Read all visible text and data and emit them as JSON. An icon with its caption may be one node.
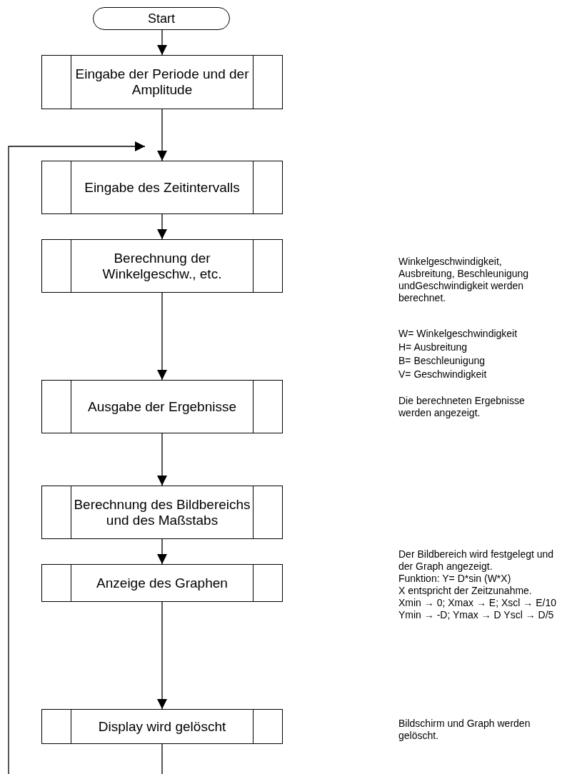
{
  "diagram": {
    "nodes": [
      {
        "text": [
          "Start"
        ]
      },
      {
        "text": [
          "Eingabe der Periode und der Amplitude"
        ]
      },
      {
        "text": [
          "Eingabe des Zeitintervalls"
        ]
      },
      {
        "text": [
          "Berechnung der Winkelgeschw., etc."
        ]
      },
      {
        "text": [
          "Ausgabe der Ergebnisse"
        ]
      },
      {
        "text": [
          "Berechnung des Bildbereichs und des Maßstabs"
        ]
      },
      {
        "text": [
          "Anzeige des Graphen"
        ],
        "beside": [
          "Der Bildbereich wird festgelegt und der Graph angezeigt.",
          "Funktion: Y= D*sin (W*X)",
          "X entspricht der Zeitzunahme.",
          "Xmin → 0; Xmax → E; Xscl → E/10",
          "Ymin → -D; Ymax → D Yscl → D/5"
        ]
      },
      {
        "text": [
          "Display wird gelöscht"
        ]
      }
    ],
    "edges": [
      {
        "from": 0,
        "to": 1,
        "arrow": "to"
      },
      {
        "from": 1,
        "to": 2,
        "arrow": "to"
      },
      {
        "from": 2,
        "to": 3,
        "arrow": "to"
      },
      {
        "from": 3,
        "to": 4,
        "arrow": "to"
      },
      {
        "from": 4,
        "to": 5,
        "arrow": "to"
      },
      {
        "from": 5,
        "to": 6,
        "arrow": "to"
      },
      {
        "from": 6,
        "to": 7,
        "arrow": "to"
      },
      {
        "from": 7,
        "to": null,
        "arrow": "none"
      },
      {
        "from": null,
        "to": 2,
        "arrow": "to"
      }
    ],
    "labels": [
      "Winkelgeschwindigkeit, Ausbreitung, Beschleunigung undGeschwindigkeit werden berechnet.",
      "W= Winkelgeschwindigkeit",
      "H= Ausbreitung",
      "B= Beschleunigung",
      "V= Geschwindigkeit",
      "Die berechneten Ergebnisse werden angezeigt.",
      "Bildschirm und Graph werden gelöscht."
    ]
  }
}
